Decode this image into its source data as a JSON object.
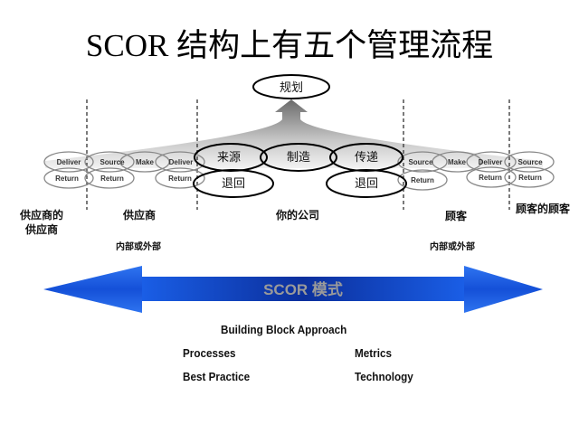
{
  "title": "SCOR 结构上有五个管理流程",
  "plan_label": "规划",
  "company": {
    "source": "来源",
    "make": "制造",
    "deliver": "传递",
    "return_left": "退回",
    "return_right": "退回",
    "label": "你的公司"
  },
  "small_processes": {
    "deliver": "Deliver",
    "source": "Source",
    "make": "Make",
    "return": "Return"
  },
  "tiers": {
    "suppliers_supplier_line1": "供应商的",
    "suppliers_supplier_line2": "供应商",
    "supplier": "供应商",
    "customer": "顾客",
    "customers_customer": "顾客的顾客",
    "internal_external_left": "内部或外部",
    "internal_external_right": "内部或外部"
  },
  "arrow": {
    "label": "SCOR 模式",
    "color": "#1f5fe0",
    "dark_color": "#0a2fa8"
  },
  "building_block": {
    "heading": "Building Block Approach",
    "items": [
      "Processes",
      "Metrics",
      "Best Practice",
      "Technology"
    ]
  }
}
